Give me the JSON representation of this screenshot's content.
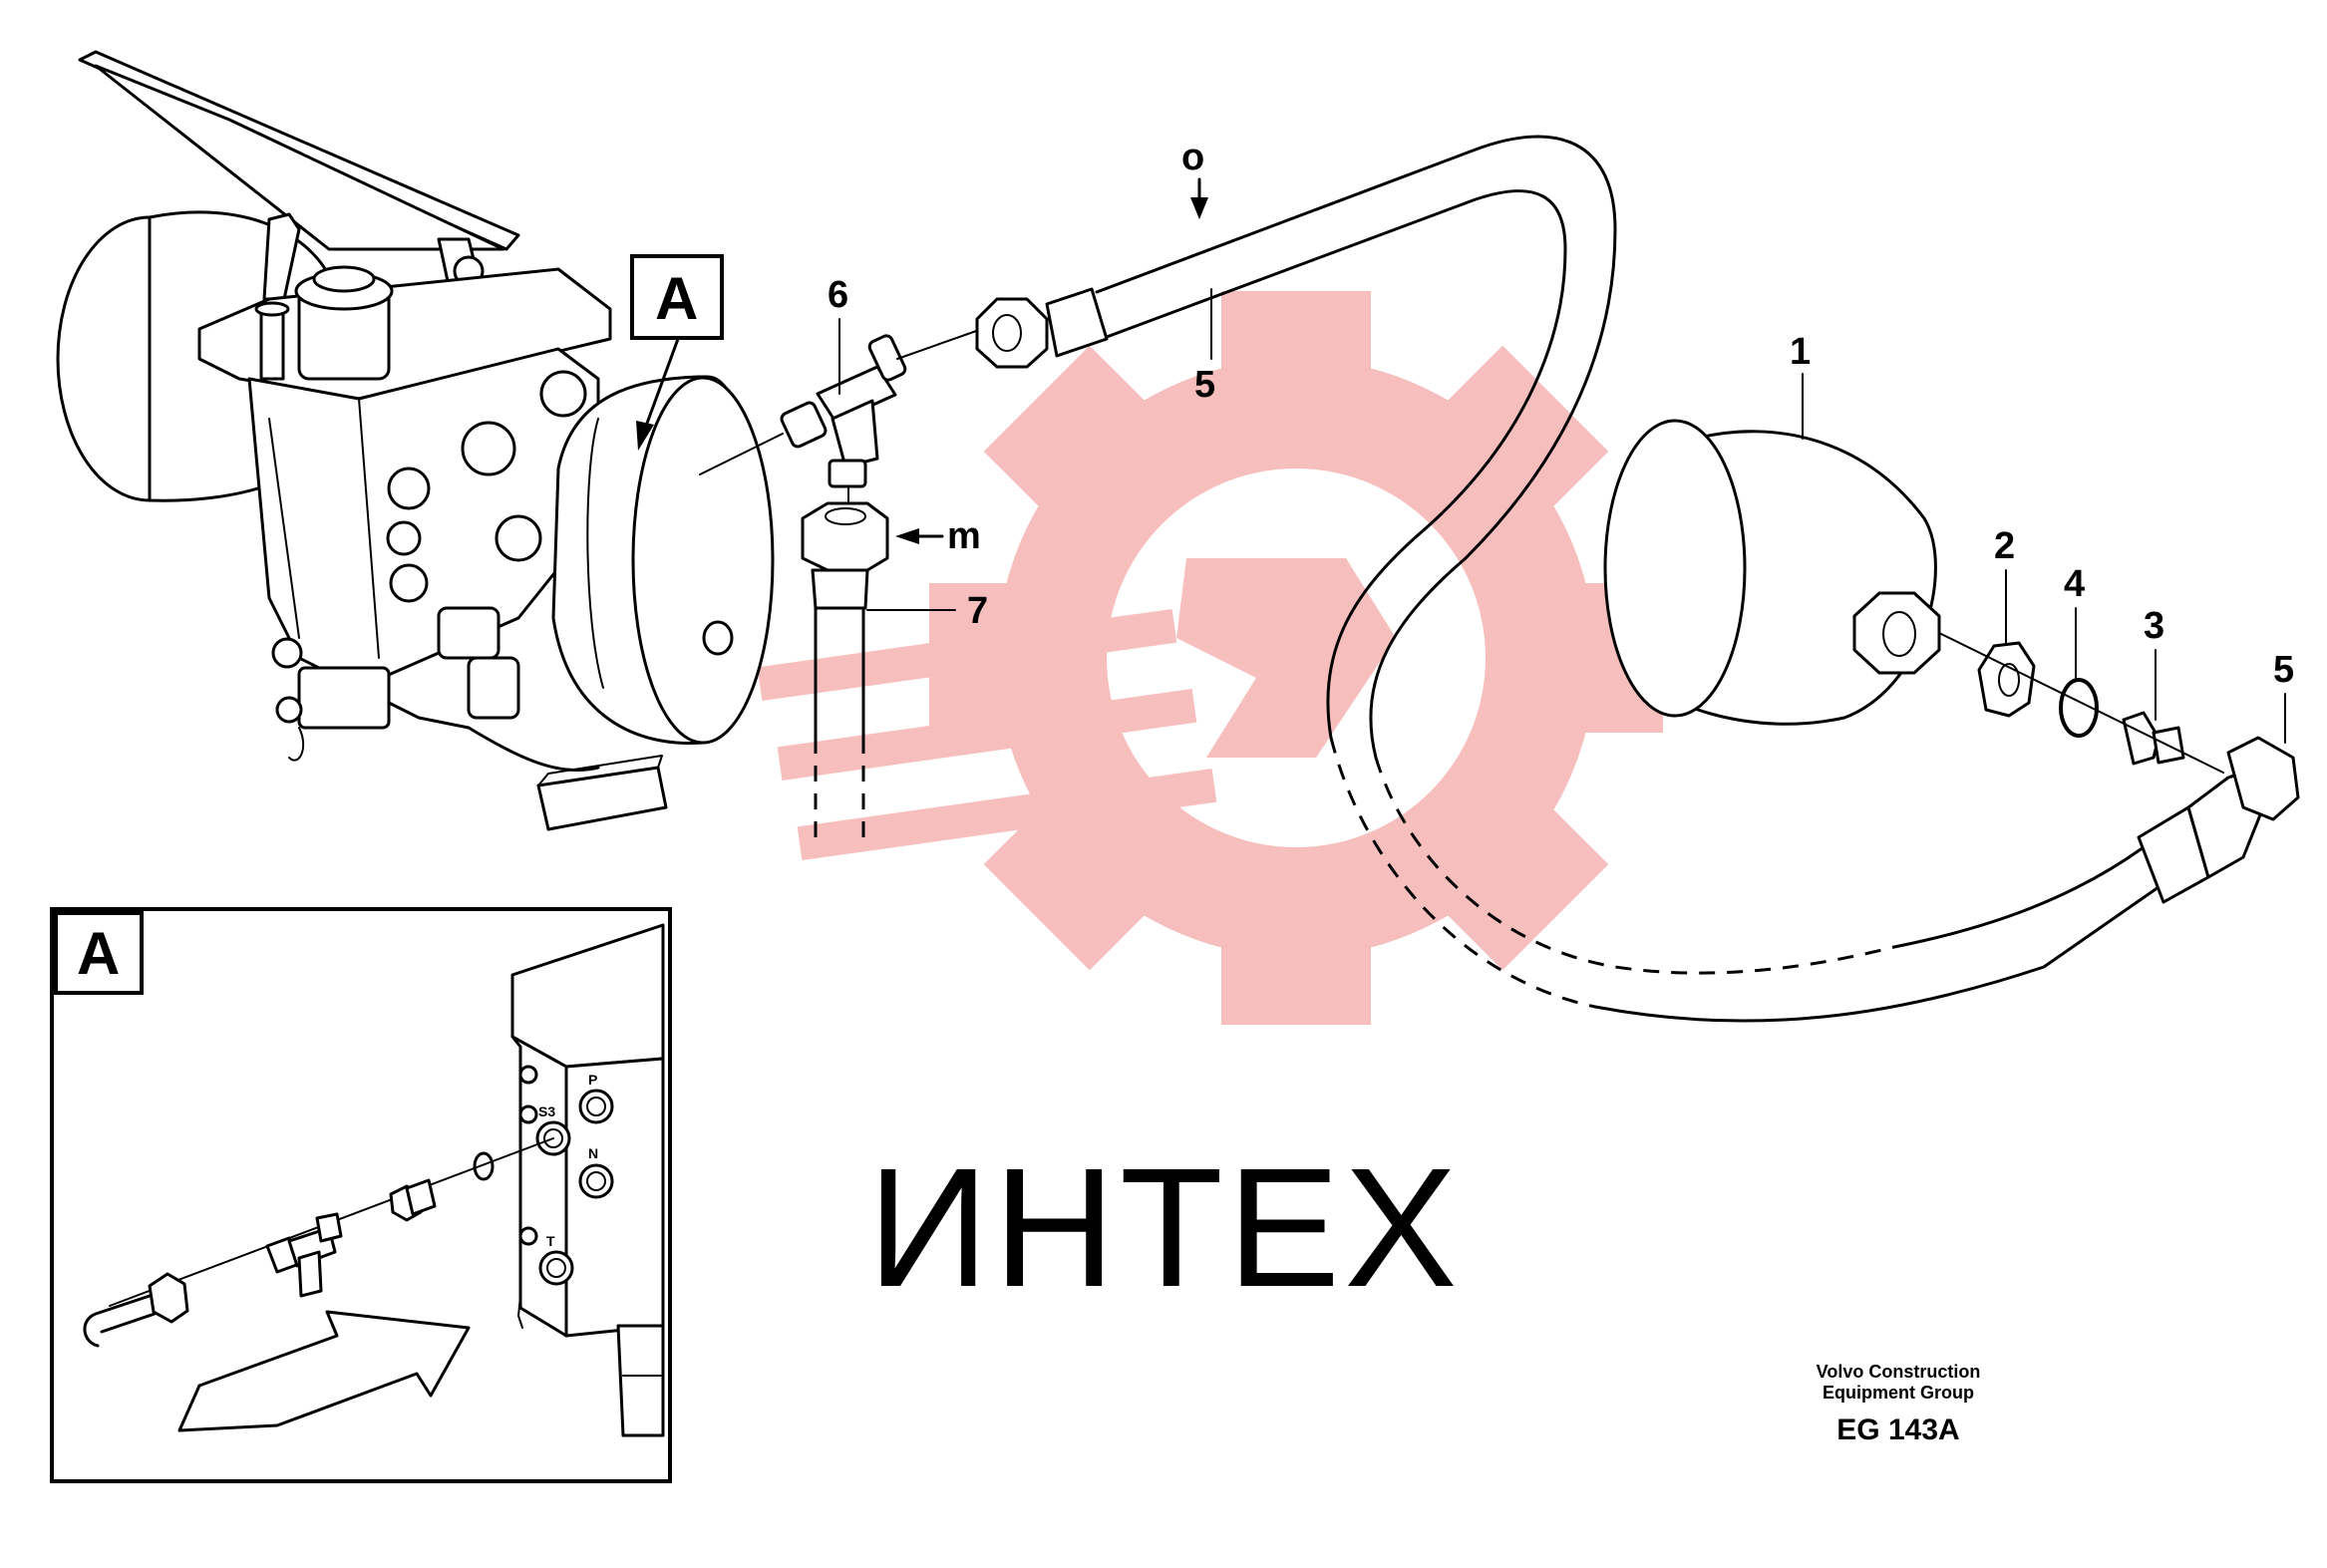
{
  "watermark": {
    "text": "ИНТЕХ",
    "color": "#f2a5a5"
  },
  "detail_label": "A",
  "callouts": {
    "c1": "1",
    "c2": "2",
    "c3": "3",
    "c4": "4",
    "c5_top": "5",
    "c5_right": "5",
    "c6": "6",
    "c7": "7",
    "m": "m",
    "o": "o"
  },
  "ports": {
    "P": "P",
    "S3": "S3",
    "N": "N",
    "T": "T"
  },
  "footer": {
    "company_line1": "Volvo Construction",
    "company_line2": "Equipment Group",
    "drawing_code": "EG 143A"
  },
  "icons": [
    "watermark-gear-logo",
    "view-direction-arrow"
  ]
}
